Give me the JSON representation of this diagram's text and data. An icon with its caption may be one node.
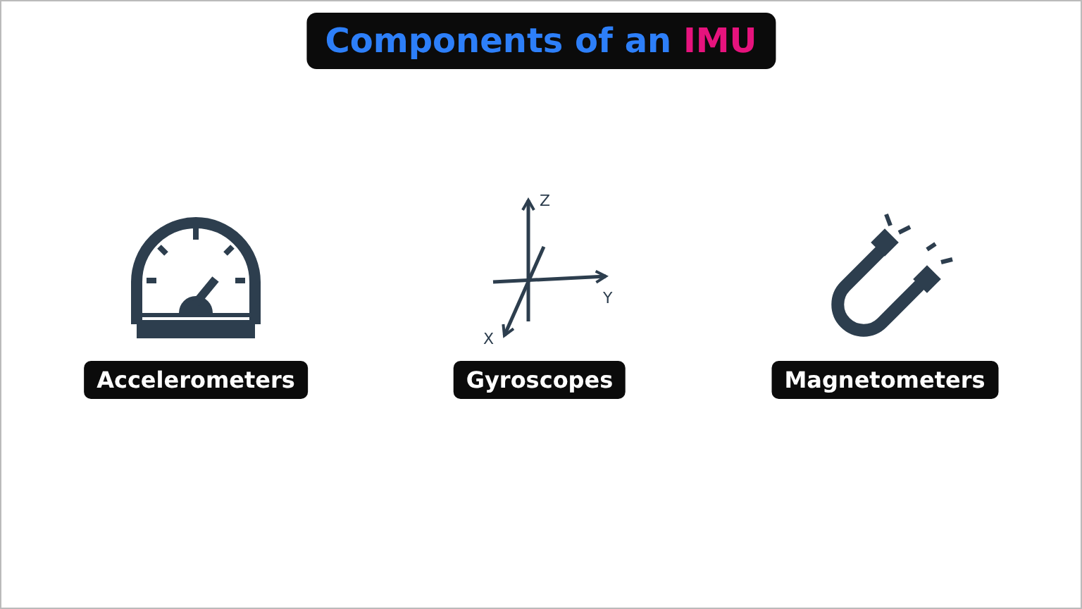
{
  "diagram": {
    "title": "Components of an IMU",
    "nodes": [
      {
        "text": [
          "Accelerometers"
        ]
      },
      {
        "text": [
          "Gyroscopes"
        ]
      },
      {
        "text": [
          "Magnetometers"
        ]
      }
    ],
    "labels": [
      "Z",
      "Y",
      "X"
    ]
  }
}
